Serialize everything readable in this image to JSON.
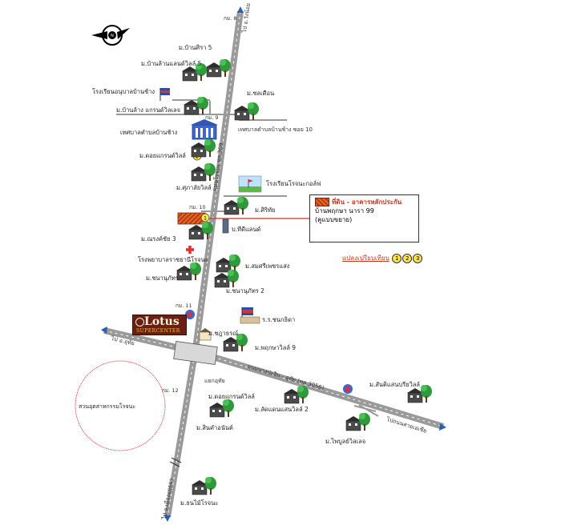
{
  "compass": {
    "icon": "compass-icon"
  },
  "callout": {
    "title": "ที่ดิน - อาคารหลักประกัน",
    "line2": "บ้านพฤกษา นารา 99",
    "line3": "(คูแบบขยาย)",
    "swatch_color": "#e8662a",
    "pointer_color": "#d32f2f"
  },
  "compare": {
    "label": "แปลงเปรียบเทียบ",
    "markers": [
      "1",
      "2",
      "3"
    ]
  },
  "lotus": {
    "name": "Lotus",
    "sub": "SUPERCENTER"
  },
  "square": {
    "label": "สวนอุตสาหกรรมโรจนะ"
  },
  "roads": {
    "main_top": "ไป อ.วังน้อย",
    "main_mid": "ถนนโรจนะ ทล.309",
    "main_bottom": "ไป อ.เมืองอยุธยา",
    "cross_left": "ไป อ.อุทัย",
    "cross_mid": "ถนนบางปะอิน - อุทัย (ทล.3056)",
    "cross_right": "ไปถนนสายเอเชีย",
    "junction": "แยกอุทัย",
    "soi10": "เทศบาลตำบลบ้านช้าง ซอย 10"
  },
  "km": {
    "k8": "กม. 8",
    "k9": "กม. 9",
    "k10": "กม. 10",
    "k11": "กม. 11",
    "k12": "กม. 12"
  },
  "places": {
    "p01": "ม.บ้านศิรา 5",
    "p02": "ม.บ้านล้านแลนด์วิลล์ 5",
    "p03": "โรงเรียนอนุบาลบ้านช้าง",
    "p04": "ม.บ้านล้าง แกรนด์วิลเลจ",
    "p05": "ม.ชลเดือน",
    "p06": "เทศบาลตำบลบ้านช้าง",
    "p07": "ม.ดอยแกรนด์วิลล์",
    "p08": "ม.ศุภาลัยวิลล์",
    "p09": "โรงเรียนโรจนะกอล์ฟ",
    "p10": "ม.ศิริทัย",
    "p11": "บ.ทีดีแลนด์",
    "p12": "ม.ณรงค์ชัย 3",
    "p13": "โรงพยาบาลราชธานีโรจนะ",
    "p14": "ม.ชนานุภัทร",
    "p15": "ม.สมศรีเพชรแสง",
    "p16": "ม.ชนานุภัทร 2",
    "p17": "ร.ร.ชนกธิดา",
    "p18": "ม.ชฎาธรณ์",
    "p19": "ม.พฤกษาวิลล์ 9",
    "p20": "ม.ดอยแกรนด์วิลล์",
    "p21": "ม.ลัดแดนแสนวิลล์ 2",
    "p22": "ม.สินคำอนันต์",
    "p23": "ม.สันติแสนบรียวิลล์",
    "p24": "ม.ไพบูลย์วิลเลจ",
    "p25": "ม.ธนไม้โรจนะ"
  }
}
